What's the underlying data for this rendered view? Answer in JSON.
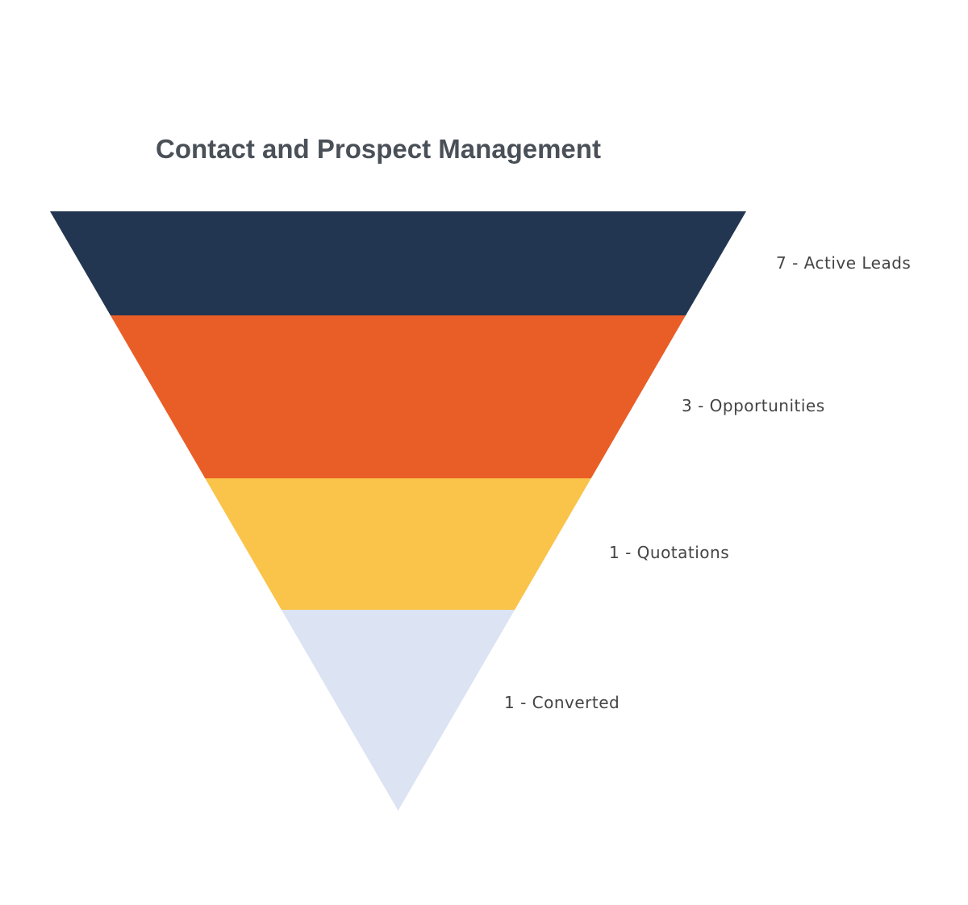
{
  "chart_data": {
    "type": "funnel",
    "title": "Contact and Prospect Management",
    "categories": [
      "Active Leads",
      "Opportunities",
      "Quotations",
      "Converted"
    ],
    "values": [
      7,
      3,
      1,
      1
    ],
    "labels": [
      "7 - Active Leads",
      "3 - Opportunities",
      "1 - Quotations",
      "1 - Converted"
    ],
    "colors": [
      "#233651",
      "#E95E27",
      "#FAC34A",
      "#DCE3F3"
    ],
    "legend": "right of each segment"
  }
}
